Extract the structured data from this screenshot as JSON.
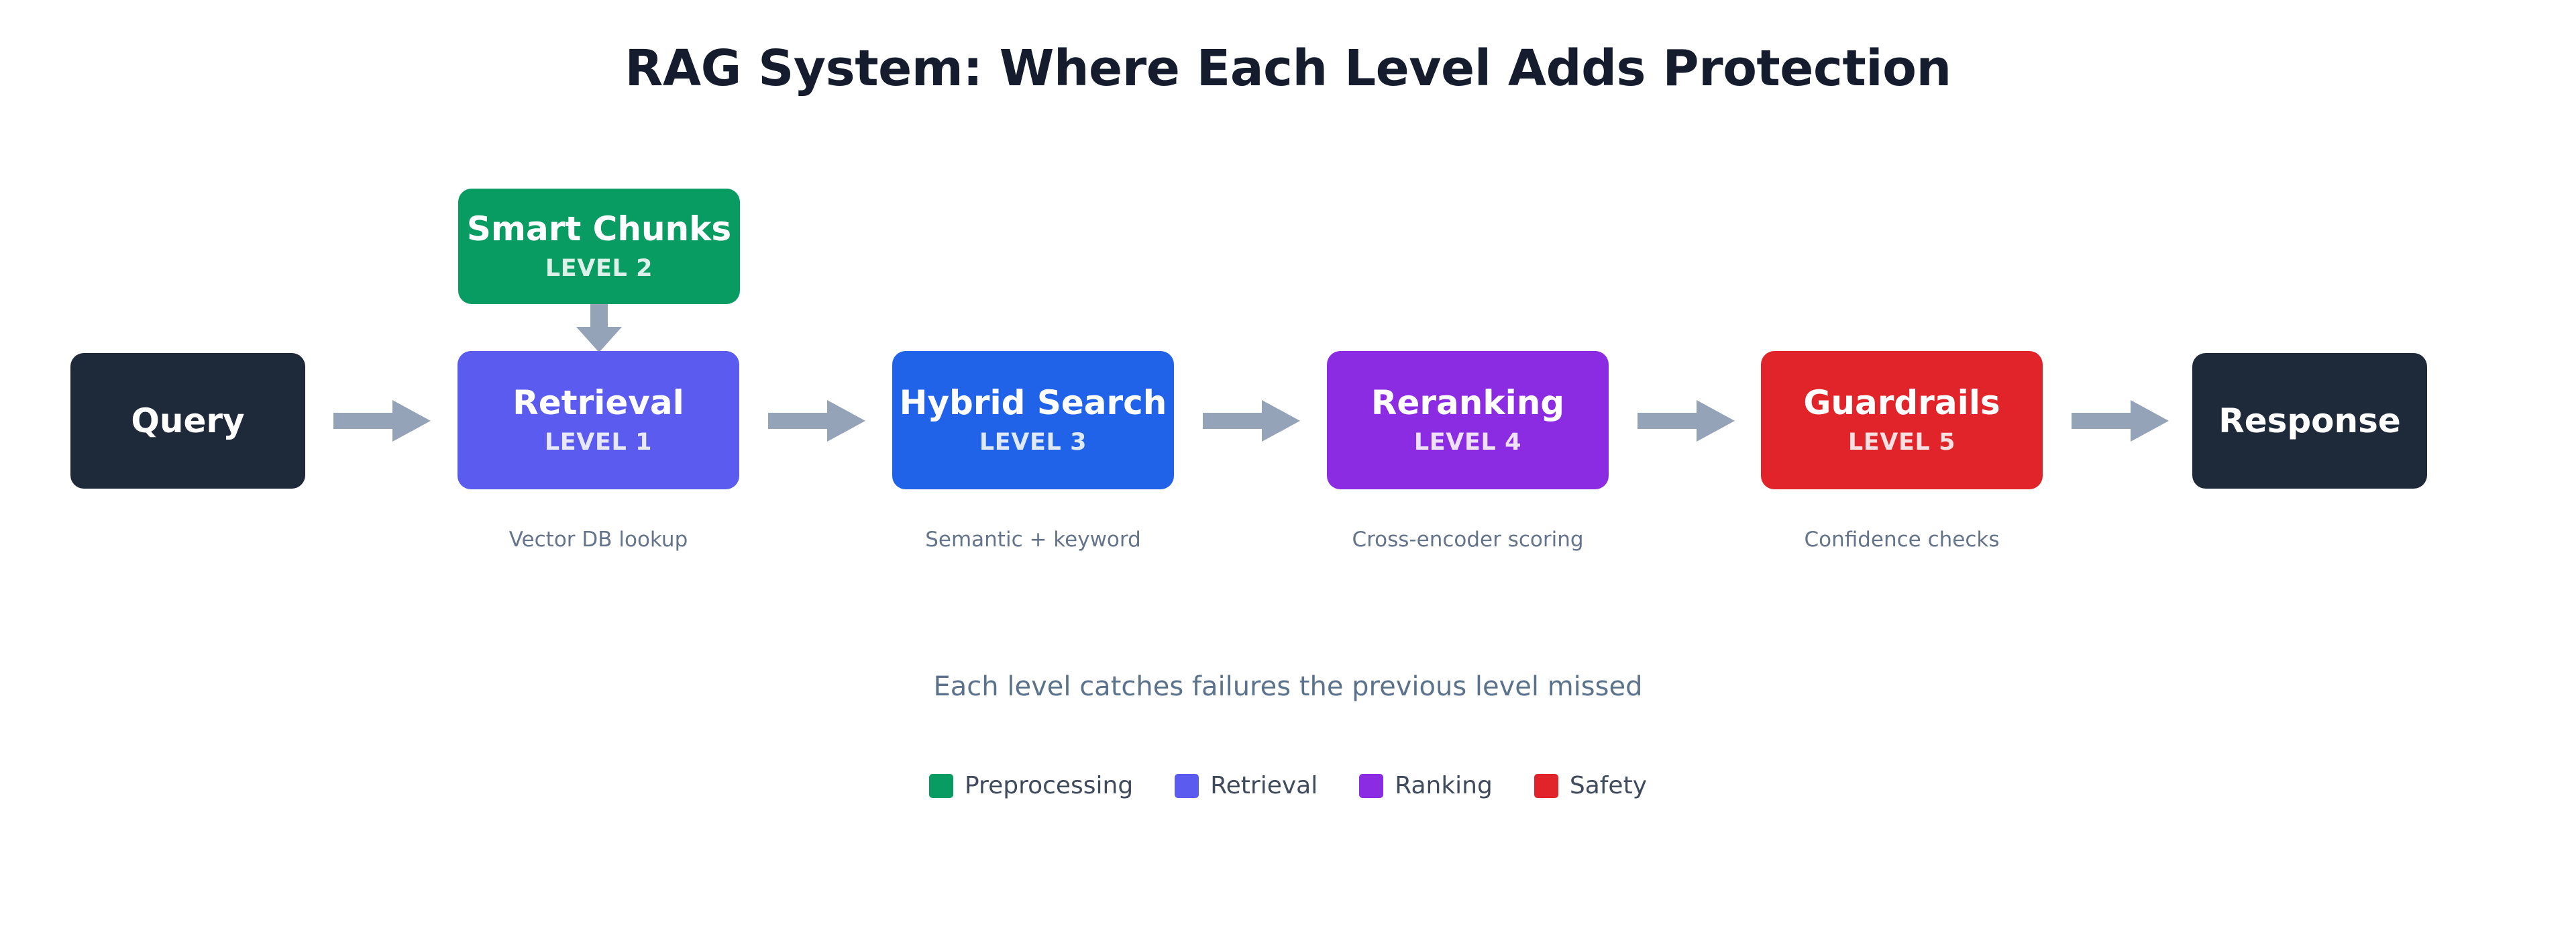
{
  "title": "RAG System: Where Each Level Adds Protection",
  "note": "Each level catches failures the previous level missed",
  "colors": {
    "endpoint": "#1e2939",
    "preprocessing": "#089b62",
    "retrieval": "#5b5bf0",
    "search": "#2163e8",
    "ranking": "#8b2be2",
    "safety": "#e1242a",
    "arrow": "#94a3b8",
    "title_text": "#141c2e",
    "caption_text": "#64748b",
    "note_text": "#5b728c",
    "background": "#ffffff"
  },
  "nodes": {
    "query": {
      "title": "Query",
      "level": ""
    },
    "smart_chunks": {
      "title": "Smart Chunks",
      "level": "LEVEL 2"
    },
    "retrieval": {
      "title": "Retrieval",
      "level": "LEVEL 1"
    },
    "hybrid_search": {
      "title": "Hybrid Search",
      "level": "LEVEL 3"
    },
    "reranking": {
      "title": "Reranking",
      "level": "LEVEL 4"
    },
    "guardrails": {
      "title": "Guardrails",
      "level": "LEVEL 5"
    },
    "response": {
      "title": "Response",
      "level": ""
    }
  },
  "captions": {
    "retrieval": "Vector DB lookup",
    "hybrid_search": "Semantic + keyword",
    "reranking": "Cross-encoder scoring",
    "guardrails": "Confidence checks"
  },
  "legend": [
    {
      "label": "Preprocessing",
      "color": "#089b62"
    },
    {
      "label": "Retrieval",
      "color": "#5b5bf0"
    },
    {
      "label": "Ranking",
      "color": "#8b2be2"
    },
    {
      "label": "Safety",
      "color": "#e1242a"
    }
  ]
}
